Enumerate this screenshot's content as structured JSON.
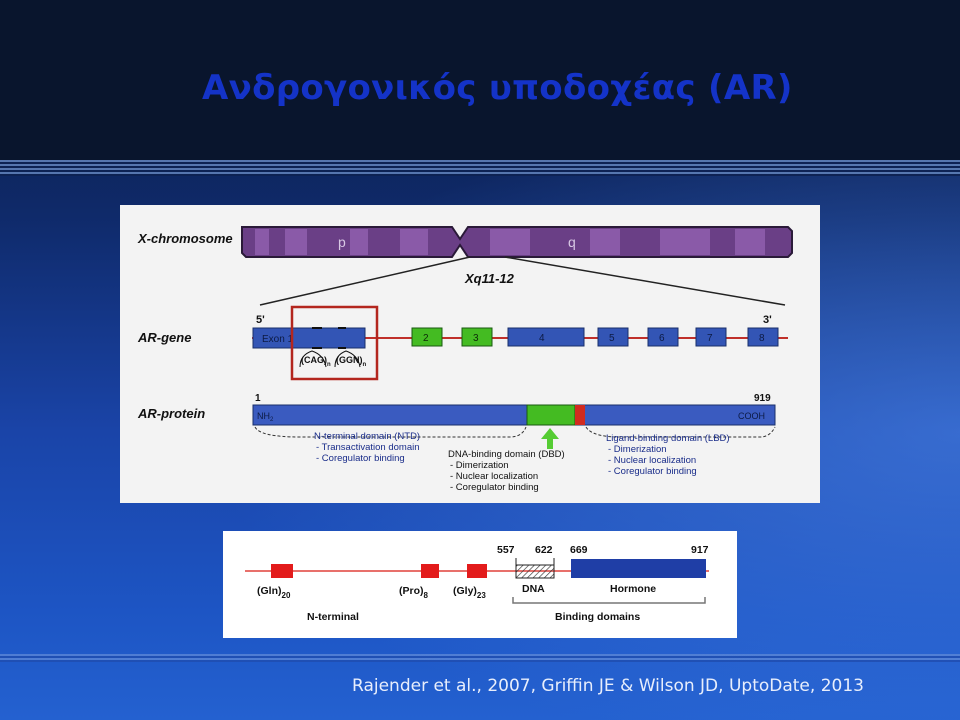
{
  "slide": {
    "title": "Ανδρογονικός υποδοχέας (AR)",
    "citation": "Rajender et al., 2007, Griffin JE & Wilson JD, UptoDate, 2013"
  },
  "figure_top": {
    "x_chromosome_label": "X-chromosome",
    "arm_p": "p",
    "arm_q": "q",
    "locus": "Xq11-12",
    "ar_gene_label": "AR-gene",
    "five_prime": "5'",
    "three_prime": "3'",
    "exons": [
      "Exon 1",
      "2",
      "3",
      "4",
      "5",
      "6",
      "7",
      "8"
    ],
    "repeat_cag": "(CAG)",
    "repeat_cag_sub": "n",
    "repeat_ggn": "(GGN)",
    "repeat_ggn_sub": "n",
    "ar_protein_label": "AR-protein",
    "aa_start": "1",
    "aa_end": "919",
    "n_term": "NH",
    "n_term_sub": "2",
    "c_term": "COOH",
    "ntd": {
      "title": "N-terminal domain (NTD)",
      "items": [
        "- Transactivation domain",
        "- Coregulator binding"
      ]
    },
    "dbd": {
      "title": "DNA-binding domain (DBD)",
      "items": [
        "- Dimerization",
        "- Nuclear localization",
        "- Coregulator binding"
      ]
    },
    "lbd": {
      "title": "Ligand-binding domain (LBD)",
      "items": [
        "- Dimerization",
        "- Nuclear localization",
        "- Coregulator binding"
      ]
    },
    "colors": {
      "chromosome": "#6a3f86",
      "gene_exon": "#3355b5",
      "green_exon": "#44bb22",
      "highlight_box": "#b3261e",
      "protein": "#3a5bc0",
      "dbd": "#44bb22",
      "hinge": "#d12b1f",
      "arrow": "#55cc33"
    }
  },
  "figure_bottom": {
    "positions": [
      "557",
      "622",
      "669",
      "917"
    ],
    "gln": "(Gln)",
    "gln_sub": "20",
    "pro": "(Pro)",
    "pro_sub": "8",
    "gly": "(Gly)",
    "gly_sub": "23",
    "dna_label": "DNA",
    "hormone_label": "Hormone",
    "n_terminal_label": "N-terminal",
    "binding_domains_label": "Binding domains",
    "colors": {
      "line": "#e0413a",
      "repeat": "#e31b1b",
      "hormone": "#1f3ea6"
    }
  }
}
